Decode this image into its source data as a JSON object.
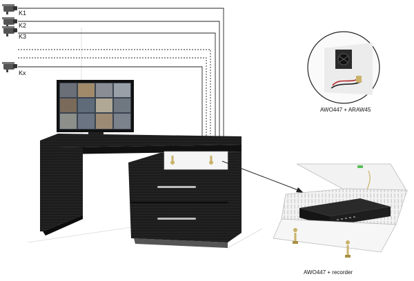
{
  "cameras": [
    {
      "label": "K1"
    },
    {
      "label": "K2"
    },
    {
      "label": "K3"
    },
    {
      "label": "Kx"
    }
  ],
  "captions": {
    "fan_detail": "AWO447 + ARAW45",
    "box_open": "AWO447 + recorder"
  },
  "colors": {
    "desk": "#1f1f1f",
    "desk_edge": "#3a3a3a",
    "box": "#f4f4f4",
    "recorder": "#1a1a1a",
    "cable": "#222222"
  }
}
